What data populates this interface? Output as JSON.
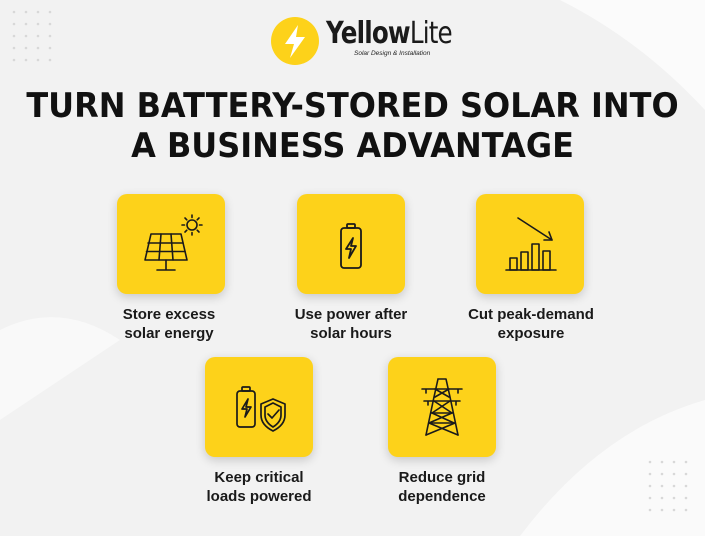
{
  "brand": {
    "name_bold": "Yellow",
    "name_light": "Lite",
    "tagline": "Solar Design & Installation",
    "color": "#fdd21a"
  },
  "title": {
    "line1": "TURN BATTERY-STORED SOLAR INTO",
    "line2": "A BUSINESS ADVANTAGE"
  },
  "benefits": [
    {
      "icon": "solar-panel-sun-icon",
      "line1": "Store excess",
      "line2": "solar energy"
    },
    {
      "icon": "battery-charging-icon",
      "line1": "Use power after",
      "line2": "solar hours"
    },
    {
      "icon": "decreasing-bar-chart-icon",
      "line1": "Cut peak-demand",
      "line2": "exposure"
    },
    {
      "icon": "battery-shield-icon",
      "line1": "Keep critical",
      "line2": "loads powered"
    },
    {
      "icon": "power-tower-icon",
      "line1": "Reduce grid",
      "line2": "dependence"
    }
  ]
}
